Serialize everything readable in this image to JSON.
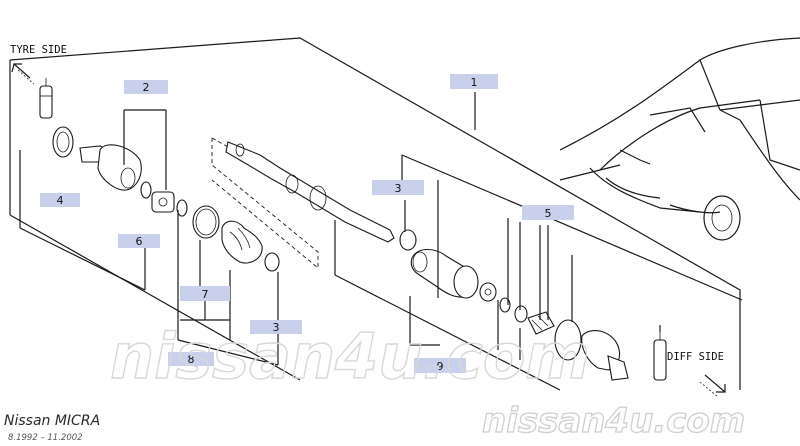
{
  "labels": {
    "tyre_side": "TYRE SIDE",
    "diff_side": "DIFF SIDE"
  },
  "callouts": {
    "c1": "1",
    "c2": "2",
    "c3a": "3",
    "c3b": "3",
    "c4": "4",
    "c5": "5",
    "c6": "6",
    "c7": "7",
    "c8": "8",
    "c9": "9"
  },
  "watermark": {
    "center": "nissan4u.com",
    "corner": "nissan4u.com"
  },
  "model": {
    "name": "Nissan MICRA",
    "years": "8.1992 – 11.2002"
  },
  "colors": {
    "callout_bg": "#c8d0ec",
    "line": "#1a1a1a"
  }
}
